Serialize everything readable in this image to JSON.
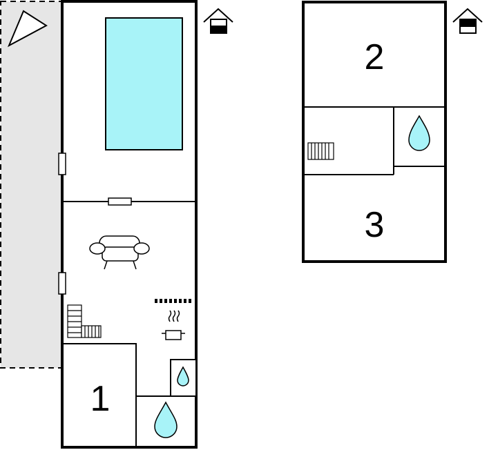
{
  "floor_plan": {
    "rooms": [
      {
        "id": "bedroom-1",
        "label": "1"
      },
      {
        "id": "bedroom-2",
        "label": "2"
      },
      {
        "id": "bedroom-3",
        "label": "3"
      }
    ],
    "icons": {
      "house": "house-level-icon",
      "compass": "north-arrow-icon",
      "sofa": "sofa-icon",
      "stairs": "stairs-icon",
      "radiator": "radiator-icon",
      "cooking": "cooking-pot-icon",
      "water": "water-drop-icon"
    },
    "colors": {
      "pool_fill": "#a8f3f8",
      "water_fill": "#a8f3f8",
      "terrace_fill": "#e6e6e6",
      "wall": "#000000"
    }
  }
}
